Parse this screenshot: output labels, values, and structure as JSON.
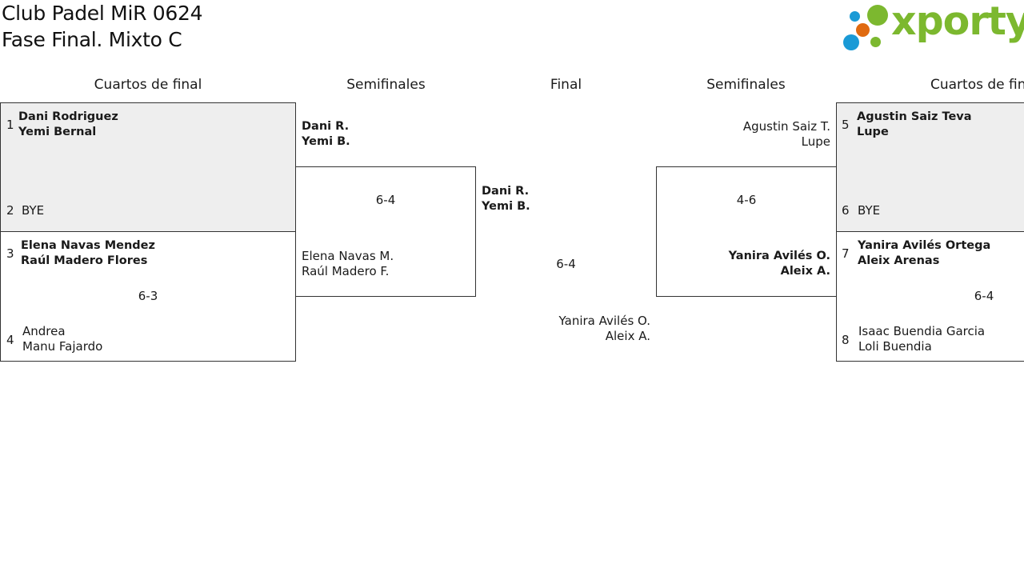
{
  "header": {
    "title_line1": "Club Padel MiR 0624",
    "title_line2": "Fase Final. Mixto C"
  },
  "logo": {
    "text": "xporty",
    "colors": {
      "green": "#7cb82f",
      "blue": "#1a9ad6",
      "orange": "#e06a10"
    }
  },
  "rounds": {
    "left_quarter": "Cuartos de final",
    "left_semi": "Semifinales",
    "final": "Final",
    "right_semi": "Semifinales",
    "right_quarter": "Cuartos de final"
  },
  "left_quarterfinals": [
    {
      "seed_a": "1",
      "team_a": [
        "Dani Rodriguez",
        "Yemi Bernal"
      ],
      "seed_b": "2",
      "team_b": [
        "BYE"
      ],
      "score": ""
    },
    {
      "seed_a": "3",
      "team_a": [
        "Elena Navas Mendez",
        "Raúl Madero Flores"
      ],
      "seed_b": "4",
      "team_b": [
        "Andrea",
        "Manu Fajardo"
      ],
      "score": "6-3"
    }
  ],
  "right_quarterfinals": [
    {
      "seed_a": "5",
      "team_a": [
        "Agustin Saiz Teva",
        "Lupe"
      ],
      "seed_b": "6",
      "team_b": [
        "BYE"
      ],
      "score": ""
    },
    {
      "seed_a": "7",
      "team_a": [
        "Yanira Avilés Ortega",
        "Aleix Arenas"
      ],
      "seed_b": "8",
      "team_b": [
        "Isaac Buendia Garcia",
        "Loli Buendia"
      ],
      "score": "6-4"
    }
  ],
  "left_semifinal": {
    "team_a": [
      "Dani R.",
      "Yemi B."
    ],
    "team_b": [
      "Elena Navas M.",
      "Raúl Madero F."
    ],
    "score": "6-4"
  },
  "right_semifinal": {
    "team_a": [
      "Agustin Saiz T.",
      "Lupe"
    ],
    "team_b": [
      "Yanira Avilés O.",
      "Aleix A."
    ],
    "score": "4-6"
  },
  "final": {
    "team_a": [
      "Dani R.",
      "Yemi B."
    ],
    "team_b": [
      "Yanira Avilés O.",
      "Aleix A."
    ],
    "score": "6-4"
  }
}
